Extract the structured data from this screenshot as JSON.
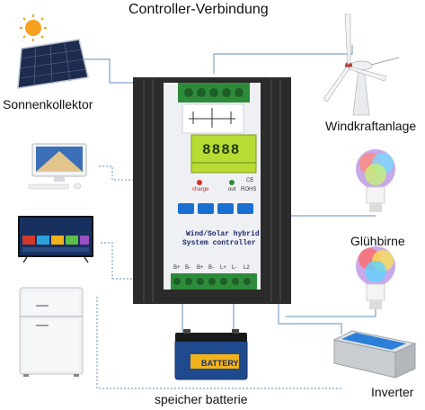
{
  "title": "Controller-Verbindung",
  "labels": {
    "solar": "Sonnenkollektor",
    "wind": "Windkraftanlage",
    "bulb": "Glühbirne",
    "battery": "speicher batterie",
    "inverter": "Inverter"
  },
  "controller": {
    "line1": "Wind/Solar hybrid",
    "line2": "System controller",
    "lcd_digits": "8888",
    "charge_label": "charge",
    "out_label": "out",
    "rohs": "ROHS",
    "ce": "CE",
    "terminals": [
      "B+",
      "B-",
      "B+",
      "B-",
      "L+",
      "L-",
      "L2"
    ]
  },
  "battery_label": "BATTERY",
  "colors": {
    "line_blue": "#7ea3c8",
    "controller_case": "#2b2b2b",
    "front_panel": "#eef0f4",
    "terminal_green": "#2e8b3a",
    "lcd": "#b8dc34",
    "button_blue": "#1b6fd1",
    "battery_blue": "#1f4b8e",
    "battery_band": "#f2b21a"
  }
}
